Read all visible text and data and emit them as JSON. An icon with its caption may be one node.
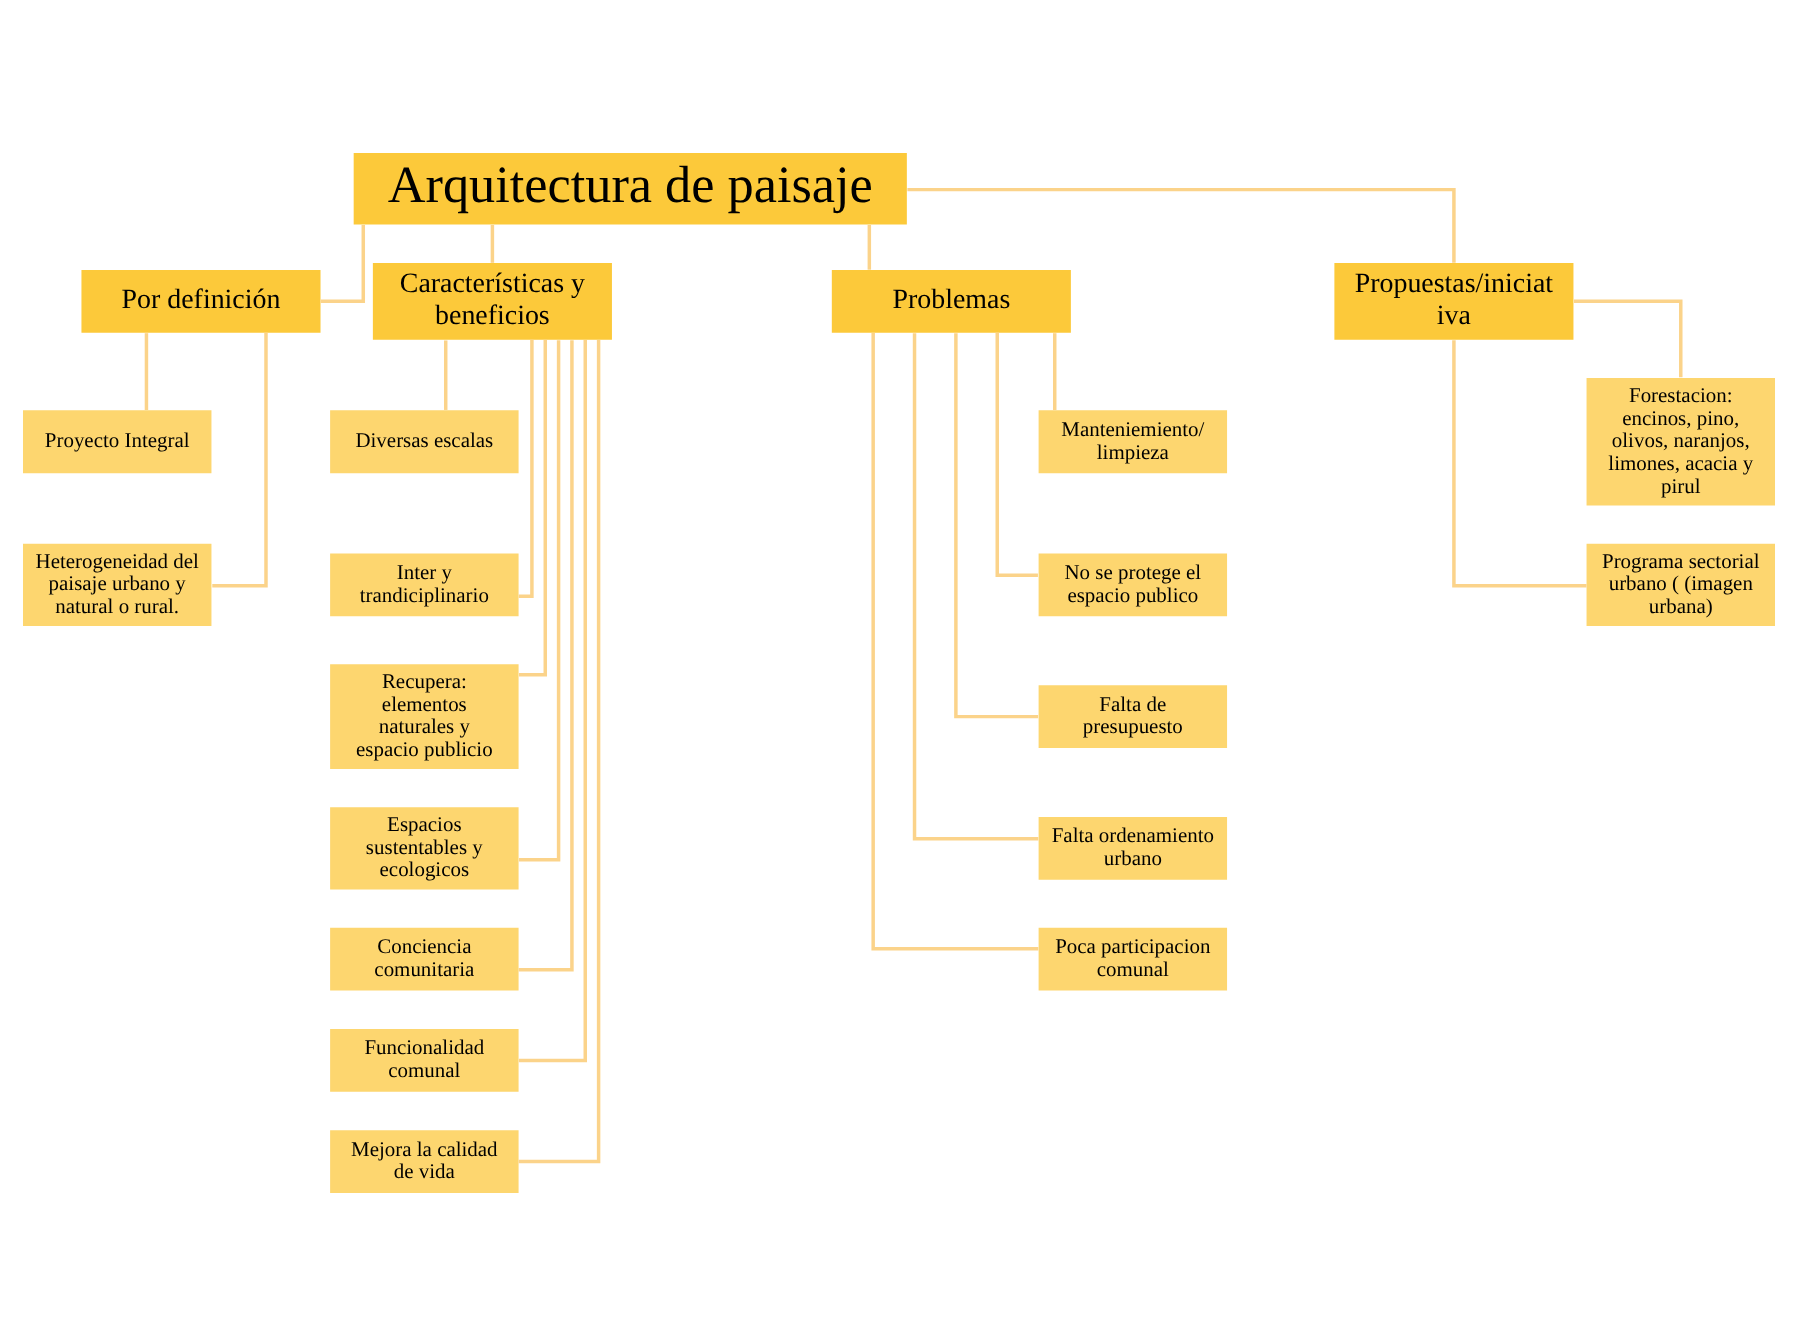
{
  "diagram": {
    "nodes": [
      {
        "text": [
          "Arquitectura de paisaje"
        ]
      },
      {
        "text": [
          "Por definición"
        ]
      },
      {
        "text": [
          "Características y beneficios"
        ]
      },
      {
        "text": [
          "Problemas"
        ]
      },
      {
        "text": [
          "Propuestas/iniciativa"
        ]
      },
      {
        "text": [
          "Proyecto Integral"
        ]
      },
      {
        "text": [
          "Heterogeneidad del paisaje urbano y natural o rural."
        ]
      },
      {
        "text": [
          "Diversas escalas"
        ]
      },
      {
        "text": [
          "Inter y trandiciplinario"
        ]
      },
      {
        "text": [
          "Recupera: elementos naturales y espacio publicio"
        ]
      },
      {
        "text": [
          "Espacios sustentables y ecologicos"
        ]
      },
      {
        "text": [
          "Conciencia comunitaria"
        ]
      },
      {
        "text": [
          "Funcionalidad comunal"
        ]
      },
      {
        "text": [
          "Mejora la calidad de vida"
        ]
      },
      {
        "text": [
          "Manteniemiento/ limpieza"
        ]
      },
      {
        "text": [
          "No se protege el espacio publico"
        ]
      },
      {
        "text": [
          "Falta de presupuesto"
        ]
      },
      {
        "text": [
          "Falta ordenamiento urbano"
        ]
      },
      {
        "text": [
          "Poca participacion comunal"
        ]
      },
      {
        "text": [
          "Forestacion: encinos, pino, olivos, naranjos, limones, acacia y pirul"
        ]
      },
      {
        "text": [
          "Programa sectorial urbano ( (imagen urbana)"
        ]
      }
    ],
    "edges": [
      {
        "from": 0,
        "to": 1,
        "arrow": "none"
      },
      {
        "from": 0,
        "to": 2,
        "arrow": "none"
      },
      {
        "from": 0,
        "to": 3,
        "arrow": "none"
      },
      {
        "from": 0,
        "to": 4,
        "arrow": "none"
      },
      {
        "from": 1,
        "to": 5,
        "arrow": "none"
      },
      {
        "from": 1,
        "to": 6,
        "arrow": "none"
      },
      {
        "from": 2,
        "to": 7,
        "arrow": "none"
      },
      {
        "from": 2,
        "to": 8,
        "arrow": "none"
      },
      {
        "from": 2,
        "to": 9,
        "arrow": "none"
      },
      {
        "from": 2,
        "to": 10,
        "arrow": "none"
      },
      {
        "from": 2,
        "to": 11,
        "arrow": "none"
      },
      {
        "from": 2,
        "to": 12,
        "arrow": "none"
      },
      {
        "from": 2,
        "to": 13,
        "arrow": "none"
      },
      {
        "from": 3,
        "to": 14,
        "arrow": "none"
      },
      {
        "from": 3,
        "to": 15,
        "arrow": "none"
      },
      {
        "from": 3,
        "to": 16,
        "arrow": "none"
      },
      {
        "from": 3,
        "to": 17,
        "arrow": "none"
      },
      {
        "from": 3,
        "to": 18,
        "arrow": "none"
      },
      {
        "from": 4,
        "to": 19,
        "arrow": "none"
      },
      {
        "from": 4,
        "to": 20,
        "arrow": "none"
      }
    ]
  }
}
